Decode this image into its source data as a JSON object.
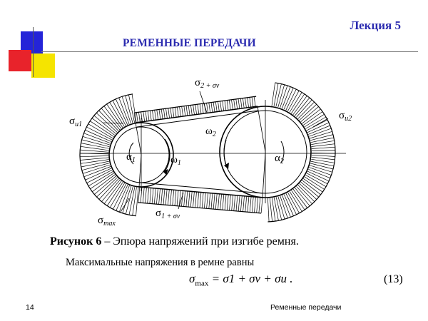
{
  "header": {
    "lecture": "Лекция 5",
    "title": "РЕМЕННЫЕ ПЕРЕДАЧИ",
    "colors": {
      "blue": "#2424d8",
      "red": "#e8232b",
      "yellow": "#f5e400",
      "accent_text": "#2b2bb0"
    }
  },
  "diagram": {
    "labels": {
      "sigma_top": "σ",
      "sigma_top_sub": "2 + σv",
      "sigma_u1": "σ",
      "sigma_u1_sub": "u1",
      "sigma_u2": "σ",
      "sigma_u2_sub": "u2",
      "omega2": "ω",
      "omega2_sub": "2",
      "alpha1": "α",
      "alpha1_sub": "1",
      "omega1": "ω",
      "omega1_sub": "1",
      "alpha2": "α",
      "alpha2_sub": "2",
      "sigma_bottom": "σ",
      "sigma_bottom_sub": "1 + σv",
      "sigma_max": "σ",
      "sigma_max_sub": "max"
    }
  },
  "caption": {
    "bold": "Рисунок 6",
    "text": " – Эпюра напряжений при изгибе ремня."
  },
  "body": {
    "sentence": "Максимальные напряжения в ремне равны",
    "formula_lhs": "σ",
    "formula_lhs_sub": "max",
    "formula_rhs": " = σ1 + σv + σu .",
    "equation_number": "(13)"
  },
  "footer": {
    "page_number": "14",
    "title": "Ременные передачи"
  }
}
